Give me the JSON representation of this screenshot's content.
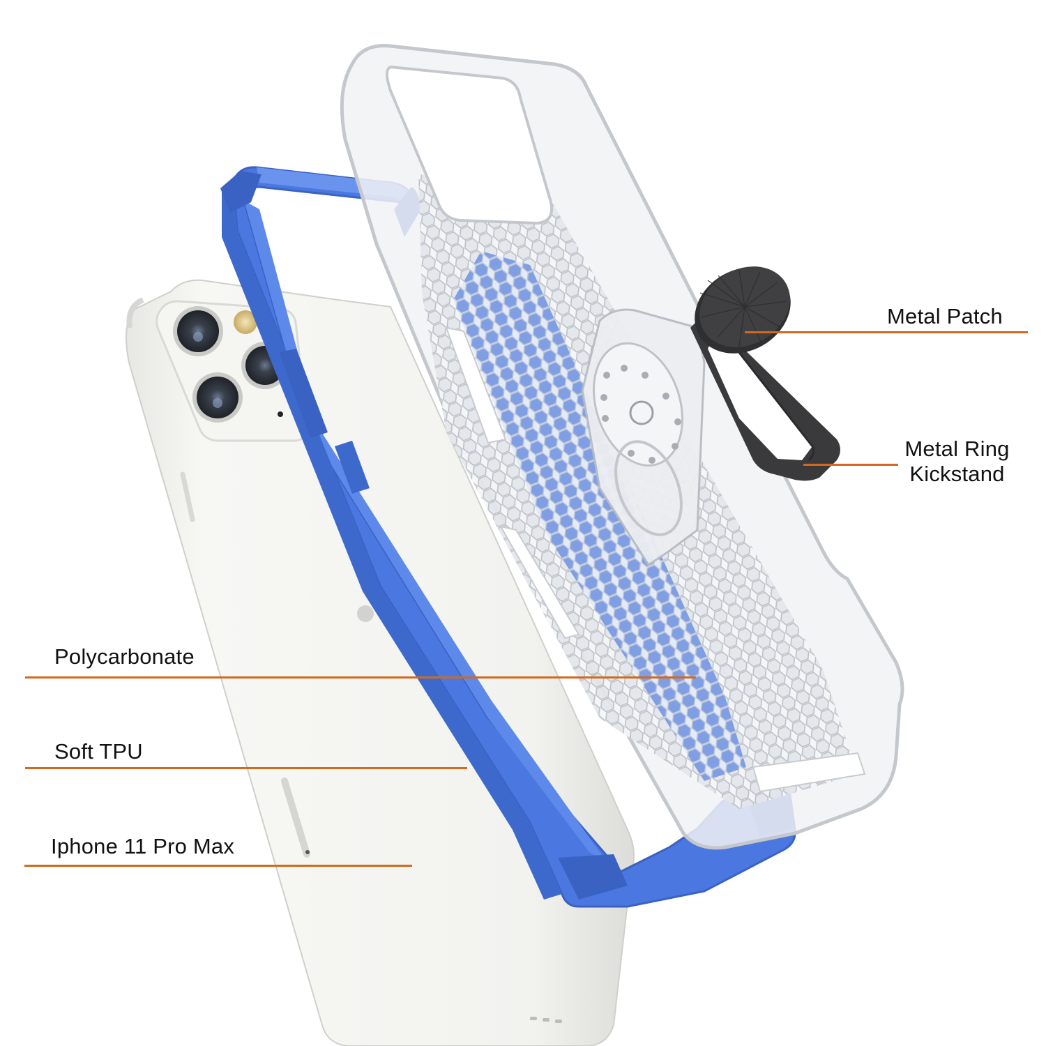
{
  "diagram": {
    "type": "exploded-product-view",
    "subject": "Phone case with ring kickstand",
    "accent_line_color": "#d2691e",
    "case_frame_color": "#4a78e0",
    "ring_color": "#3d3d3f",
    "phone_color": "#f1f1ee"
  },
  "labels": {
    "metal_patch": "Metal Patch",
    "metal_ring_line1": "Metal Ring",
    "metal_ring_line2": "Kickstand",
    "polycarbonate": "Polycarbonate",
    "soft_tpu": "Soft TPU",
    "phone_model": "Iphone 11 Pro Max"
  },
  "components": [
    {
      "name": "Metal Patch",
      "side": "right"
    },
    {
      "name": "Metal Ring Kickstand",
      "side": "right"
    },
    {
      "name": "Polycarbonate",
      "side": "left"
    },
    {
      "name": "Soft TPU",
      "side": "left"
    },
    {
      "name": "Iphone 11 Pro Max",
      "side": "left"
    }
  ]
}
